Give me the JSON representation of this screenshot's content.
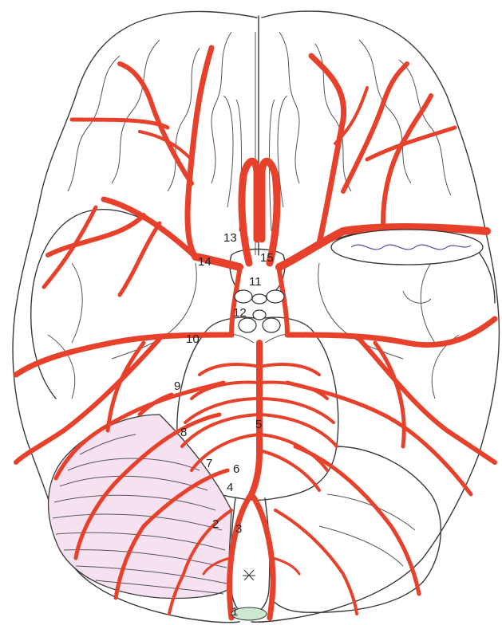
{
  "labels": [
    {
      "id": "l1",
      "text": "1"
    },
    {
      "id": "l2",
      "text": "2"
    },
    {
      "id": "l3",
      "text": "3"
    },
    {
      "id": "l4",
      "text": "4"
    },
    {
      "id": "l5",
      "text": "5"
    },
    {
      "id": "l6",
      "text": "6"
    },
    {
      "id": "l7",
      "text": "7"
    },
    {
      "id": "l8",
      "text": "8"
    },
    {
      "id": "l9",
      "text": "9"
    },
    {
      "id": "l10",
      "text": "10"
    },
    {
      "id": "l11",
      "text": "11"
    },
    {
      "id": "l12",
      "text": "12"
    },
    {
      "id": "l13",
      "text": "13"
    },
    {
      "id": "l14",
      "text": "14"
    },
    {
      "id": "l15",
      "text": "15"
    }
  ],
  "colors": {
    "artery": "#e8412b",
    "artery_dark": "#c92d1c",
    "outline": "#3a3a3a",
    "cerebellum_tint": "#f5e1ef",
    "background": "#ffffff"
  }
}
